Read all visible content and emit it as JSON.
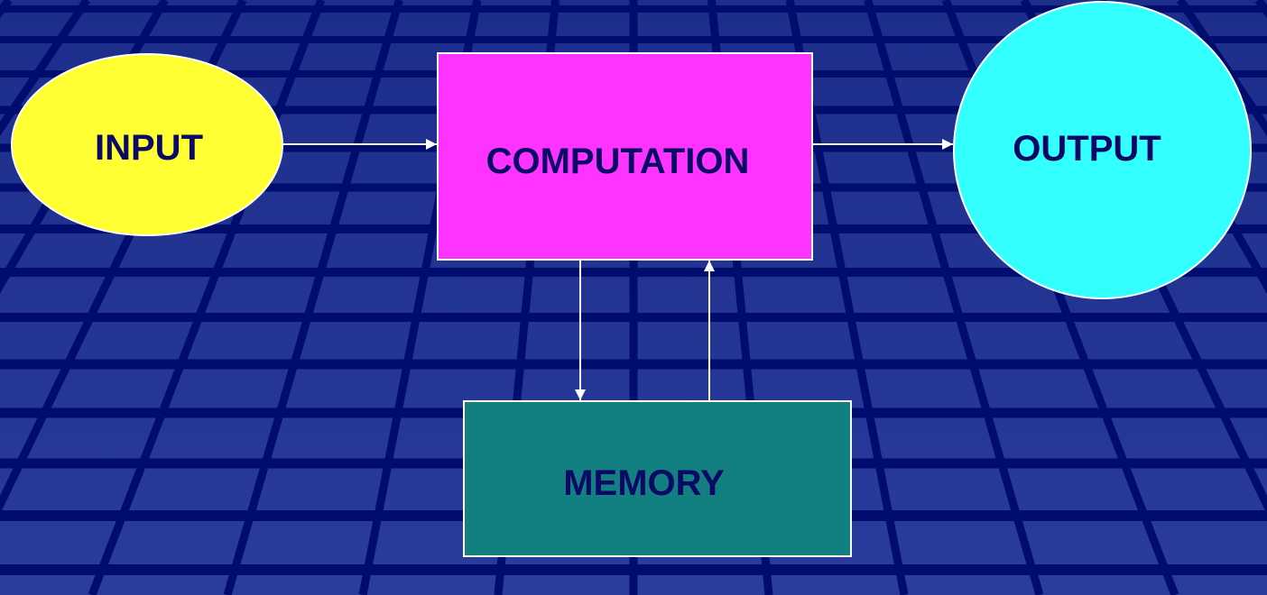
{
  "diagram": {
    "nodes": {
      "input": {
        "label": "INPUT",
        "shape": "ellipse",
        "fill": "#ffff33"
      },
      "computation": {
        "label": "COMPUTATION",
        "shape": "rectangle",
        "fill": "#ff33ff"
      },
      "output": {
        "label": "OUTPUT",
        "shape": "circle",
        "fill": "#33ffff"
      },
      "memory": {
        "label": "MEMORY",
        "shape": "rectangle",
        "fill": "#128080"
      }
    },
    "edges": [
      {
        "from": "input",
        "to": "computation"
      },
      {
        "from": "computation",
        "to": "output"
      },
      {
        "from": "computation",
        "to": "memory"
      },
      {
        "from": "memory",
        "to": "computation"
      }
    ],
    "colors": {
      "background": "#1e2f8c",
      "grid_lines": "#000c6e",
      "label_text": "#0a0a66",
      "arrows": "#ffffff"
    }
  }
}
